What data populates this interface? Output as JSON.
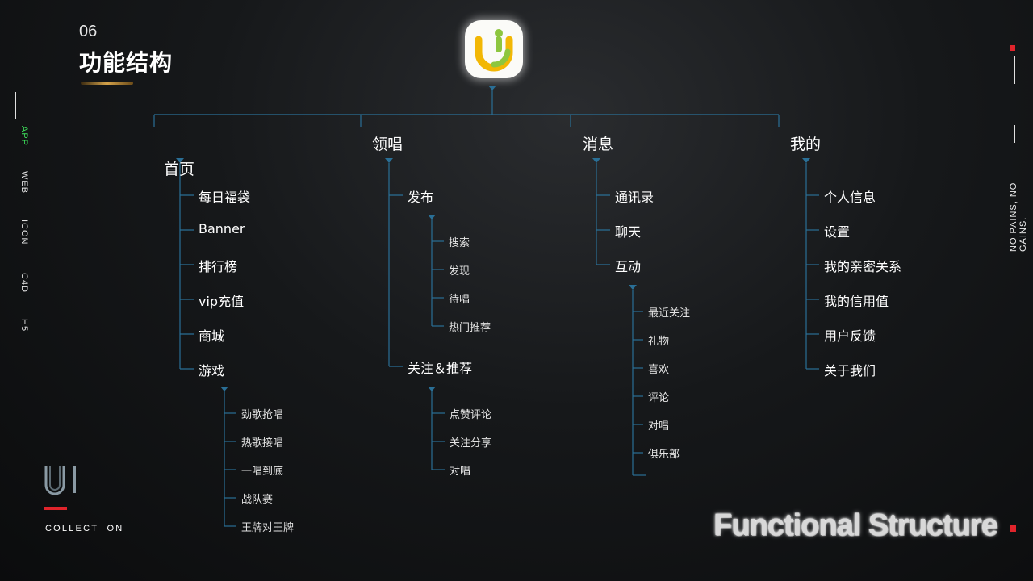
{
  "slide": {
    "number": "06",
    "title": "功能结构"
  },
  "sidebar": {
    "items": [
      "APP",
      "WEB",
      "ICON",
      "C4D",
      "H5"
    ],
    "active_color": "#3de05a"
  },
  "right_tagline": "NO PAINS, NO GAINS.",
  "footer": {
    "collection_text": "COLLECT  ON",
    "heading": "Functional Structure"
  },
  "colors": {
    "line": "#2a6f96",
    "accent_red": "#e0242b",
    "logo_yellow": "#f2b705",
    "logo_green": "#8dc63f"
  },
  "tree": {
    "sections": [
      {
        "label": "首页",
        "items": [
          "每日福袋",
          "Banner",
          "排行榜",
          "vip充值",
          "商城",
          "游戏"
        ],
        "groups": [
          {
            "items": [
              "劲歌抢唱",
              "热歌接唱",
              "一唱到底",
              "战队赛",
              "王牌对王牌"
            ]
          }
        ]
      },
      {
        "label": "领唱",
        "items": [
          "发布",
          "关注＆推荐"
        ],
        "groups": [
          {
            "items": [
              "搜索",
              "发现",
              "待唱",
              "热门推荐"
            ]
          },
          {
            "items": [
              "点赞评论",
              "关注分享",
              "对唱"
            ]
          }
        ]
      },
      {
        "label": "消息",
        "items": [
          "通讯录",
          "聊天",
          "互动"
        ],
        "groups": [
          {
            "items": [
              "最近关注",
              "礼物",
              "喜欢",
              "评论"
            ]
          },
          {
            "items": [
              "对唱",
              "俱乐部"
            ]
          }
        ]
      },
      {
        "label": "我的",
        "items": [
          "个人信息",
          "设置",
          "我的亲密关系",
          "我的信用值",
          "用户反馈",
          "关于我们"
        ],
        "groups": []
      }
    ]
  }
}
